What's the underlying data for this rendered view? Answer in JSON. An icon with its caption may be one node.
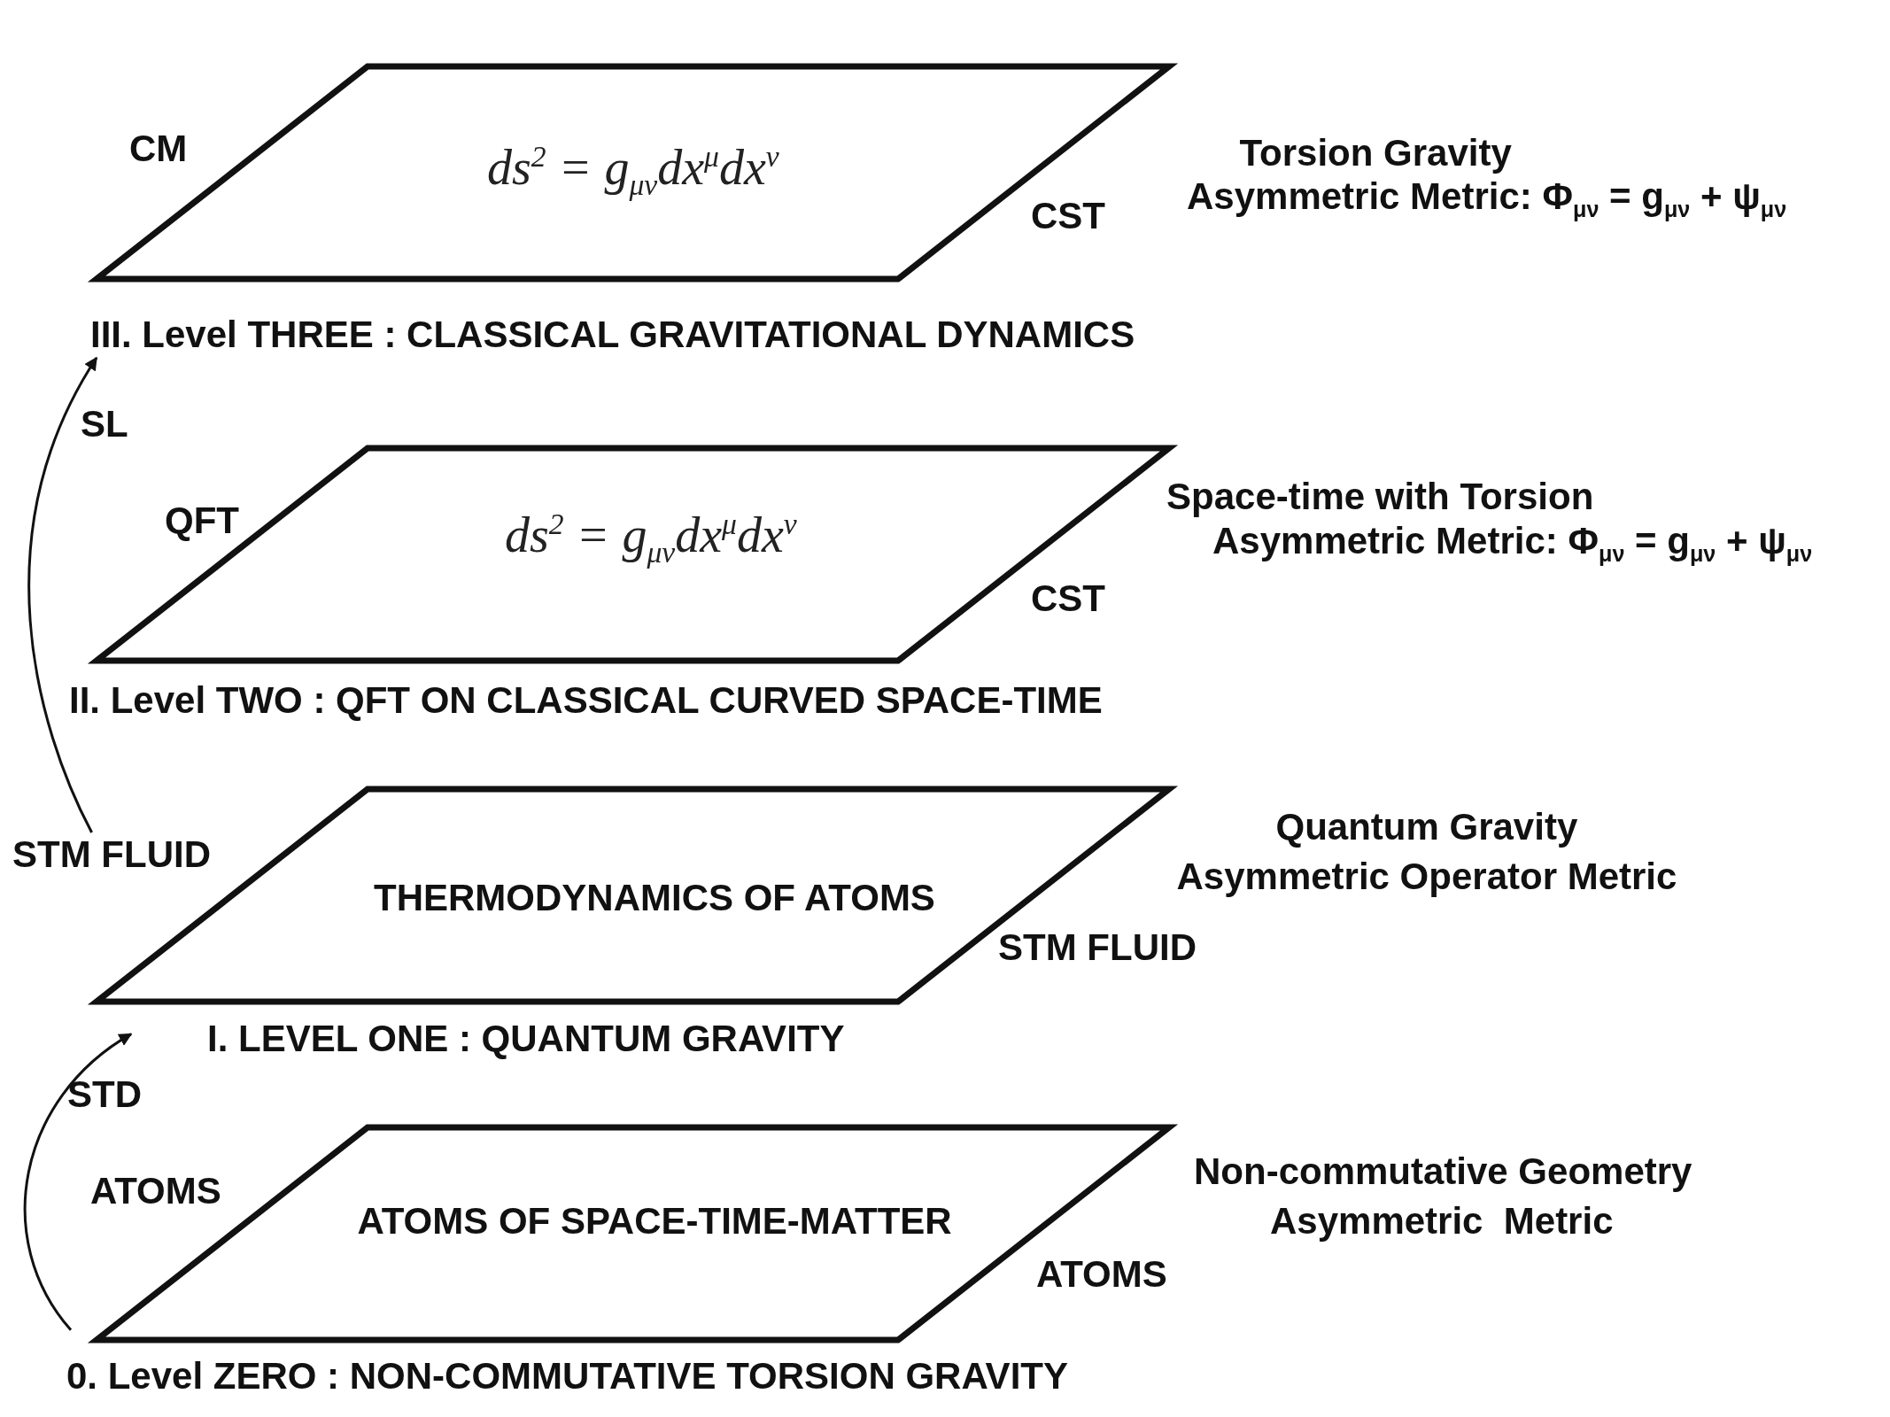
{
  "diagram": {
    "nodes": [
      {
        "text": [
          "ds$^{2}$ = g$_{μν}$dx$^{μ}$dx$^{ν}$",
          "III. Level THREE : CLASSICAL GRAVITATIONAL DYNAMICS"
        ],
        "beside": [
          "CM",
          "CST",
          "Torsion Gravity",
          "Asymmetric Metric: Φ$_{μν}$ = g$_{μν}$ + ψ$_{μν}$"
        ]
      },
      {
        "text": [
          "ds$^{2}$ = g$_{μν}$dx$^{μ}$dx$^{ν}$",
          "II. Level TWO : QFT ON CLASSICAL CURVED SPACE-TIME"
        ],
        "beside": [
          "QFT",
          "CST",
          "Space-time with Torsion",
          "Asymmetric Metric: Φ$_{μν}$ = g$_{μν}$ + ψ$_{μν}$"
        ]
      },
      {
        "text": [
          "THERMODYNAMICS OF ATOMS",
          "I. LEVEL ONE : QUANTUM GRAVITY"
        ],
        "beside": [
          "STM FLUID",
          "Quantum Gravity",
          "Asymmetric Operator Metric"
        ]
      },
      {
        "text": [
          "STM FLUID"
        ]
      },
      {
        "text": [
          "ATOMS OF SPACE-TIME-MATTER",
          "0. Level ZERO : NON-COMMUTATIVE TORSION GRAVITY"
        ],
        "beside": [
          "ATOMS",
          "ATOMS",
          "Non-commutative Geometry",
          "Asymmetric  Metric"
        ]
      }
    ],
    "edges": [
      {
        "from": 4,
        "to": 2,
        "arrow": "to",
        "label": "STD"
      },
      {
        "from": 3,
        "to": 0,
        "arrow": "to",
        "label": "SL"
      }
    ]
  }
}
